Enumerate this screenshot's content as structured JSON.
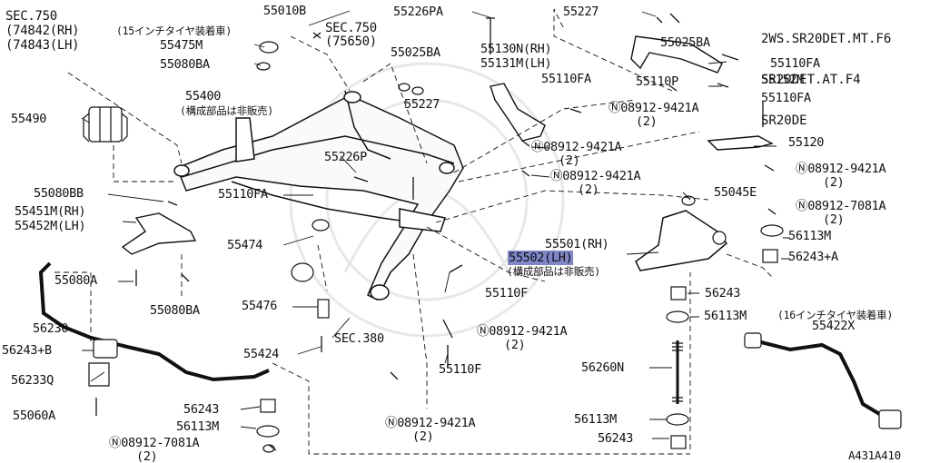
{
  "header_lines": [
    "2WS.SR20DET.MT.F6",
    "SR20DET.AT.F4",
    "SR20DE"
  ],
  "footer_code": "A431A410",
  "sec750_left": {
    "sec": "SEC.750",
    "rh": "(74842(RH)",
    "lh": "(74843(LH)"
  },
  "sec750_top": {
    "sec": "SEC.750",
    "code": "(75650)"
  },
  "sec380": "SEC.380",
  "not_sold_1": "(構成部品は非販売)",
  "not_sold_2": "(構成部品は非販売)",
  "tire15": "(15インチタイヤ装着車)",
  "tire16": "(16インチタイヤ装着車)",
  "parts": {
    "p55010B": "55010B",
    "p55226PA": "55226PA",
    "p55227a": "55227",
    "p55025BA_a": "55025BA",
    "p55110FA_a": "55110FA",
    "p55475M": "55475M",
    "p55080BA_a": "55080BA",
    "p55025BA_b": "55025BA",
    "p55130N": "55130N(RH)",
    "p55131M": "55131M(LH)",
    "p55110FA_b": "55110FA",
    "p55110P": "55110P",
    "p55152M": "55152M",
    "p55400": "55400",
    "p55227b": "55227",
    "p08912_a": "08912-9421A",
    "p08912_a_qty": "(2)",
    "p55110FA_c": "55110FA",
    "p55490": "55490",
    "p55226P": "55226P",
    "p08912_b": "08912-9421A",
    "p08912_b_qty": "(2)",
    "p55120": "55120",
    "p08912_c": "08912-9421A",
    "p08912_c_qty": "(2)",
    "p08912_d": "08912-9421A",
    "p08912_d_qty": "(2)",
    "p55080BB": "55080BB",
    "p55110FA_d": "55110FA",
    "p55045E": "55045E",
    "p08912_7081_a": "08912-7081A",
    "p08912_7081_a_qty": "(2)",
    "p55451M": "55451M(RH)",
    "p55452M": "55452M(LH)",
    "p56113M_a": "56113M",
    "p55474": "55474",
    "p55501": "55501(RH)",
    "p55502": "55502(LH)",
    "p56243A": "56243+A",
    "p55080A": "55080A",
    "p55110F_a": "55110F",
    "p56243_a": "56243",
    "p55080BA_b": "55080BA",
    "p55476": "55476",
    "p56113M_b": "56113M",
    "p56230": "56230",
    "p08912_e": "08912-9421A",
    "p08912_e_qty": "(2)",
    "p55422X": "55422X",
    "p56243B": "56243+B",
    "p55424": "55424",
    "p56233Q": "56233Q",
    "p55110F_b": "55110F",
    "p56260N": "56260N",
    "p55060A": "55060A",
    "p56243_b": "56243",
    "p56113M_c": "56113M",
    "p56113M_d": "56113M",
    "p08912_7081_b": "08912-7081A",
    "p08912_7081_b_qty": "(2)",
    "p08912_f": "08912-9421A",
    "p08912_f_qty": "(2)",
    "p56243_c": "56243"
  }
}
